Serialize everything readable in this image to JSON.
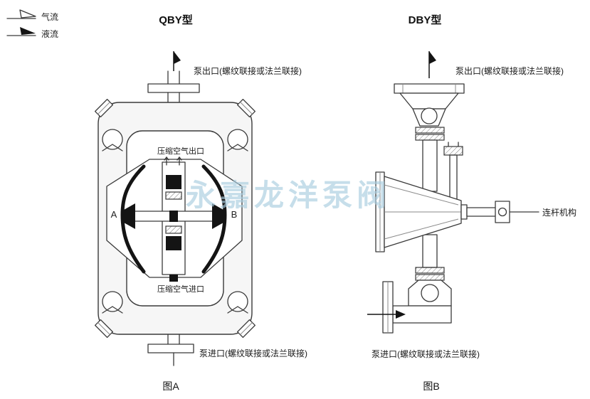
{
  "legend": {
    "air": "气流",
    "liquid": "液流"
  },
  "watermark": "永嘉龙洋泵阀",
  "qby": {
    "title": "QBY型",
    "caption": "图A",
    "outlet_label": "泵出口(螺纹联接或法兰联接)",
    "air_outlet_label": "压缩空气出口",
    "air_inlet_label": "压缩空气进口",
    "inlet_label": "泵进口(螺纹联接或法兰联接)",
    "chamber_a": "A",
    "chamber_b": "B"
  },
  "dby": {
    "title": "DBY型",
    "caption": "图B",
    "outlet_label": "泵出口(螺纹联接或法兰联接)",
    "linkage_label": "连杆机构",
    "inlet_label": "泵进口(螺纹联接或法兰联接)"
  },
  "colors": {
    "line": "#3a3a3a",
    "dark": "#141414",
    "watermark": "#a9cddf"
  }
}
